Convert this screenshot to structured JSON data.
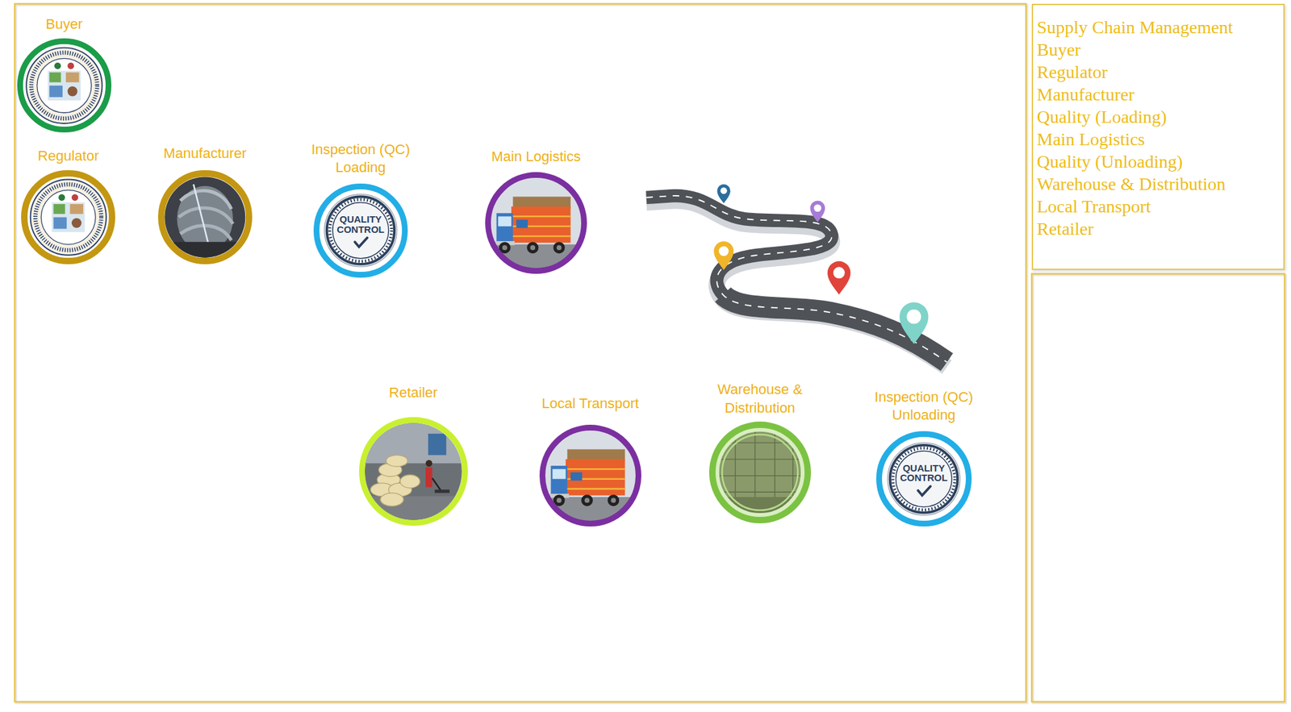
{
  "diagram": {
    "nodes": [
      {
        "text": [
          "Buyer"
        ]
      },
      {
        "text": [
          "Regulator"
        ]
      },
      {
        "text": [
          "Manufacturer"
        ]
      },
      {
        "text": [
          "Inspection (QC) Loading",
          "QUALITY CONTROL"
        ]
      },
      {
        "text": [
          "Main Logistics"
        ]
      },
      {
        "text": [
          "Retailer"
        ]
      },
      {
        "text": [
          "Local Transport"
        ]
      },
      {
        "text": [
          "Warehouse & Distribution"
        ]
      },
      {
        "text": [
          "Inspection (QC) Unloading",
          "QUALITY CONTROL"
        ]
      },
      {
        "text": [
          "Supply Chain Management",
          "Buyer",
          "Regulator",
          "Manufacturer",
          "Quality (Loading)",
          "Main Logistics",
          "Quality (Unloading)",
          "Warehouse & Distribution",
          "Local Transport",
          "Retailer"
        ]
      }
    ]
  }
}
